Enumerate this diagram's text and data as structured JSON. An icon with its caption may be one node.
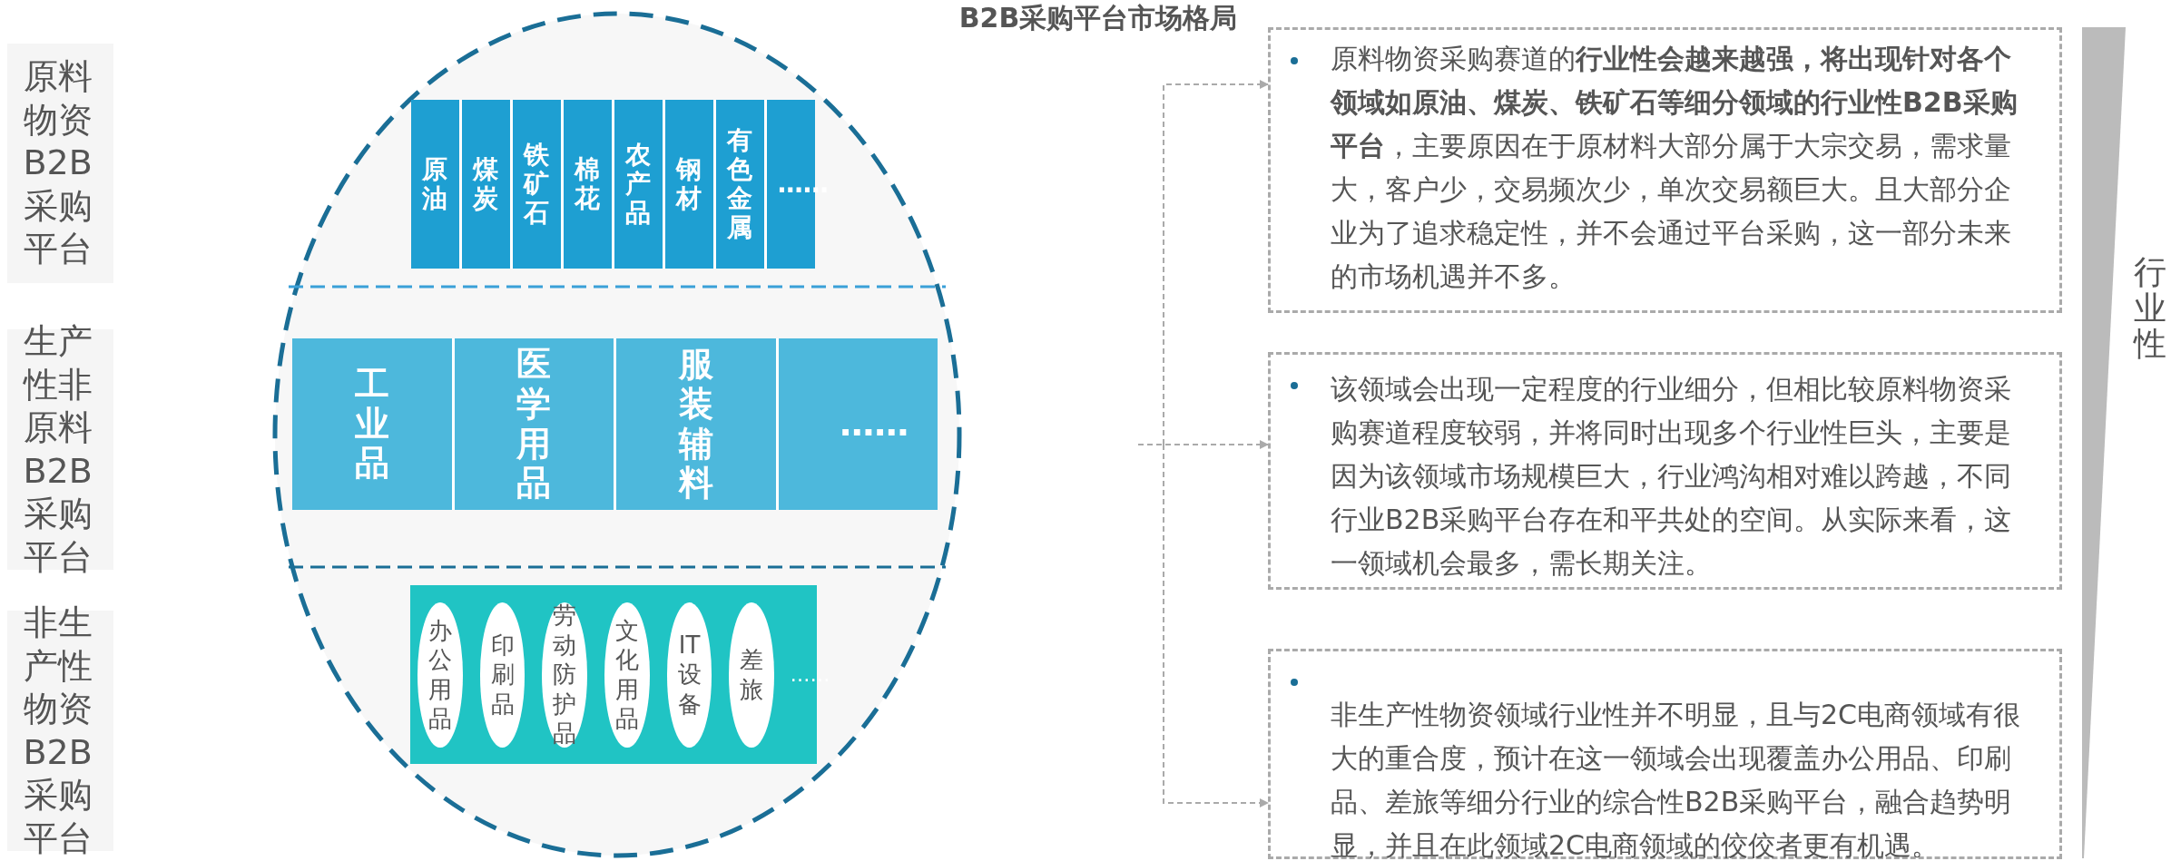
{
  "diagram": {
    "title": "B2B采购平台市场格局",
    "nodes": [
      {
        "text": [
          "原料物资B2B采购平台"
        ]
      },
      {
        "text": [
          "生产性非原料B2B采购平台"
        ]
      },
      {
        "text": [
          "非生产性物资B2B采购平台"
        ]
      },
      {
        "text": [],
        "shape": "ellipse"
      },
      {
        "text": [],
        "shape": "box",
        "in": 3
      },
      {
        "text": [
          "原油"
        ],
        "in": 4
      },
      {
        "text": [
          "煤炭"
        ],
        "in": 4
      },
      {
        "text": [
          "铁矿石"
        ],
        "in": 4
      },
      {
        "text": [
          "棉花"
        ],
        "in": 4
      },
      {
        "text": [
          "农产品"
        ],
        "in": 4
      },
      {
        "text": [
          "钢材"
        ],
        "in": 4
      },
      {
        "text": [
          "有色金属"
        ],
        "in": 4
      },
      {
        "text": [
          "……"
        ],
        "in": 4
      },
      {
        "text": [],
        "shape": "box",
        "in": 3
      },
      {
        "text": [
          "工业品"
        ],
        "in": 13
      },
      {
        "text": [
          "医学用品"
        ],
        "in": 13
      },
      {
        "text": [
          "服装辅料"
        ],
        "in": 13
      },
      {
        "text": [
          "……"
        ],
        "in": 13
      },
      {
        "text": [],
        "shape": "box",
        "in": 3
      },
      {
        "text": [
          "办公用品"
        ],
        "in": 18
      },
      {
        "text": [
          "印刷品"
        ],
        "in": 18
      },
      {
        "text": [
          "劳动防护品"
        ],
        "in": 18
      },
      {
        "text": [
          "文化用品"
        ],
        "in": 18
      },
      {
        "text": [
          "IT设备"
        ],
        "in": 18
      },
      {
        "text": [
          "差旅"
        ],
        "in": 18
      },
      {
        "text": [
          "原料物资采购赛道的**行业性会越来越强，将出现针对各个领域如原油、煤炭、铁矿石等细分领域的行业性B2B采购平台**，主要原因在于原材料大部分属于大宗交易，需求量大，客户少，交易频次少，单次交易额巨大。且大部分企业为了追求稳定性，并不会通过平台采购，这一部分未来的市场机遇并不多。"
        ]
      },
      {
        "text": [
          "该领域会出现一定程度的行业细分，但相比较原料物资采购赛道程度较弱，并将同时出现多个行业性巨头，主要是因为该领域市场规模巨大，行业鸿沟相对难以跨越，不同行业B2B采购平台存在和平共处的空间。从实际来看，这一领域机会最多，需长期关注。"
        ]
      },
      {
        "text": [
          "非生产性物资领域行业性并不明显，且与2C电商领域有很大的重合度，预计在这一领域会出现覆盖办公用品、印刷品、差旅等细分行业的综合性B2B采购平台，融合趋势明显，并且在此领域2C电商领域的佼佼者更有机遇。"
        ]
      },
      {
        "text": [],
        "shape": "wedge"
      }
    ],
    "edges": [
      {
        "from": null,
        "to": 25,
        "arrow": "to",
        "style": "dashed"
      },
      {
        "from": null,
        "to": 26,
        "arrow": "to",
        "style": "dashed"
      },
      {
        "from": null,
        "to": 27,
        "arrow": "to",
        "style": "dashed"
      }
    ],
    "labels": [
      "……",
      "行业性"
    ]
  }
}
